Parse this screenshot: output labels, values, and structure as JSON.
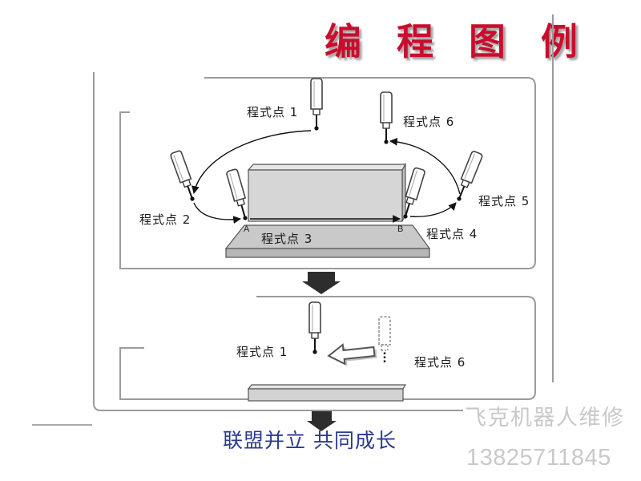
{
  "title": "编程图例",
  "upper_panel": {
    "point_1": "程式点 1",
    "point_2": "程式点 2",
    "point_3": "程式点 3",
    "point_4": "程式点 4",
    "point_5": "程式点 5",
    "point_6": "程式点 6",
    "marker_a": "A",
    "marker_b": "B"
  },
  "lower_panel": {
    "point_1": "程式点 1",
    "point_6": "程式点 6"
  },
  "footer": "联盟并立 共同成长",
  "watermark": {
    "name": "飞克机器人维修",
    "phone": "13825711845"
  },
  "colors": {
    "title": "#c8102e",
    "footer": "#2b3990",
    "watermark": "#c9c9c9",
    "frame": "#9b9b9b"
  },
  "icons": {
    "torch": "welding-torch-icon",
    "ghost_torch": "ghost-torch-icon",
    "step_arrow": "down-arrow-icon",
    "return_arrow": "left-arrow-icon"
  }
}
